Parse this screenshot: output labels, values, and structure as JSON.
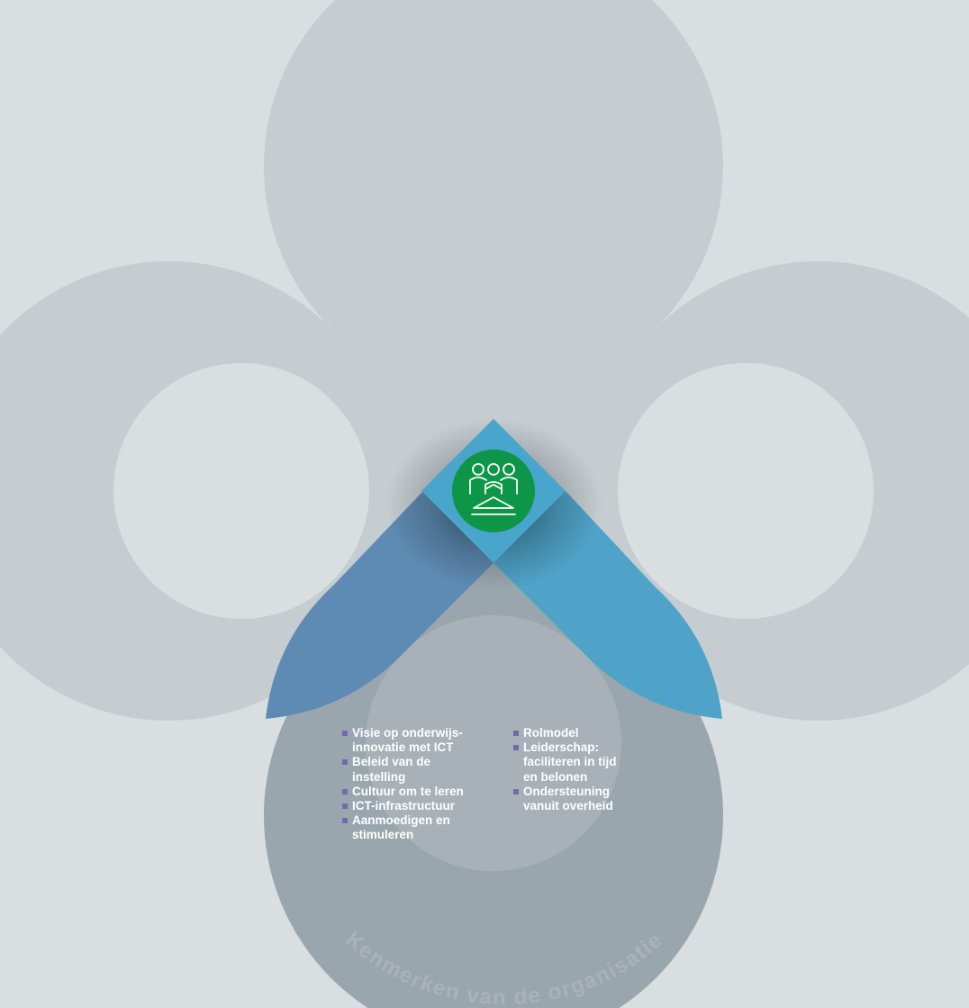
{
  "colors": {
    "background": "#d9dee1",
    "petal_light": "#c6cdd1",
    "petal_bottom": "#9aa6ae",
    "blue_left": "#5e8bb3",
    "blue_right": "#4fa3c8",
    "diamond": "#4aa5cc",
    "icon_circle": "#0e9648",
    "bullet": "#7469b0",
    "curved_text": "#a9b2b8"
  },
  "icon": "people-around-table-icon",
  "list_left": [
    "Visie op onderwijs-\ninnovatie met ICT",
    "Beleid van de\ninstelling",
    "Cultuur om te leren",
    "ICT-infrastructuur",
    "Aanmoedigen en\nstimuleren"
  ],
  "list_right": [
    "Rolmodel",
    "Leiderschap:\nfaciliteren in tijd\nen belonen",
    "Ondersteuning\nvanuit overheid"
  ],
  "curved_label": "Kenmerken van de organisatie"
}
